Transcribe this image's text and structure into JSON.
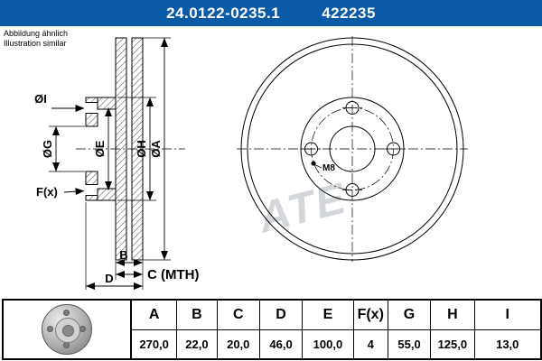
{
  "header": {
    "part_number": "24.0122-0235.1",
    "ref_number": "422235"
  },
  "note": {
    "line1": "Abbildung ähnlich",
    "line2": "Illustration similar"
  },
  "drawing": {
    "watermark": "ATE",
    "labels": {
      "dia_i": "ØI",
      "dia_g": "ØG",
      "dia_e": "ØE",
      "dia_h": "ØH",
      "dia_a": "ØA",
      "fx": "F(x)",
      "b": "B",
      "c_mth": "C (MTH)",
      "d": "D",
      "m8": "M8"
    }
  },
  "colors": {
    "header_bg": "#0a5aa5",
    "header_text": "#ffffff",
    "watermark": "#c9cdd2",
    "line": "#000000"
  },
  "table": {
    "columns": [
      {
        "label": "A",
        "value": "270,0"
      },
      {
        "label": "B",
        "value": "22,0"
      },
      {
        "label": "C",
        "value": "20,0"
      },
      {
        "label": "D",
        "value": "46,0"
      },
      {
        "label": "E",
        "value": "100,0"
      },
      {
        "label": "F(x)",
        "value": "4"
      },
      {
        "label": "G",
        "value": "55,0"
      },
      {
        "label": "H",
        "value": "125,0"
      },
      {
        "label": "I",
        "value": "13,0"
      }
    ]
  }
}
